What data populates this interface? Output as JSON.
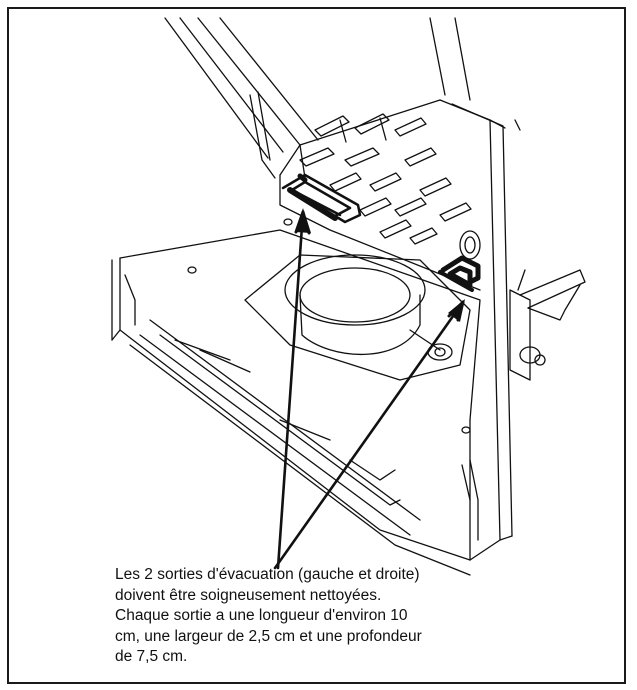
{
  "caption": {
    "lines": [
      "Les 2 sorties d'évacuation (gauche et droite)",
      "doivent être soigneusement nettoyées.",
      "Chaque sortie a une longueur d'environ 10",
      "cm, une largeur de 2,5 cm et une profondeur",
      "de 7,5 cm."
    ]
  },
  "colors": {
    "ink": "#111111",
    "paper": "#ffffff",
    "frame": "#1a1a1a"
  }
}
